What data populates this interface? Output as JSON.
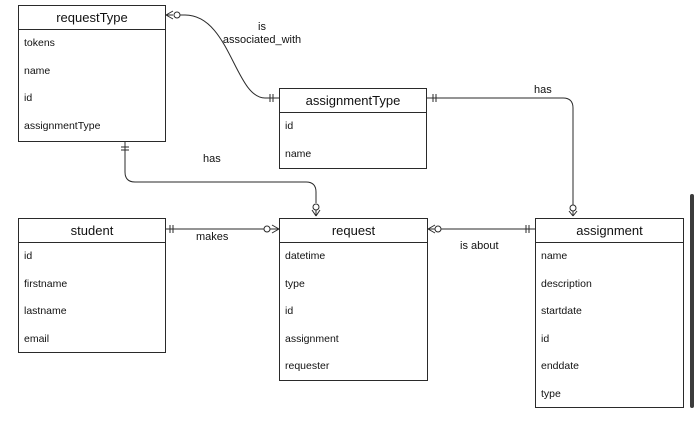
{
  "entities": {
    "requestType": {
      "title": "requestType",
      "attributes": [
        "tokens",
        "name",
        "id",
        "assignmentType"
      ]
    },
    "assignmentType": {
      "title": "assignmentType",
      "attributes": [
        "id",
        "name"
      ]
    },
    "student": {
      "title": "student",
      "attributes": [
        "id",
        "firstname",
        "lastname",
        "email"
      ]
    },
    "request": {
      "title": "request",
      "attributes": [
        "datetime",
        "type",
        "id",
        "assignment",
        "requester"
      ]
    },
    "assignment": {
      "title": "assignment",
      "attributes": [
        "name",
        "description",
        "startdate",
        "id",
        "enddate",
        "type"
      ]
    }
  },
  "relationships": {
    "associated_with": {
      "label_line1": "is",
      "label_line2": "associated_with",
      "from": "requestType",
      "to": "assignmentType",
      "from_cardinality": "zero-or-many",
      "to_cardinality": "exactly-one"
    },
    "has_assignment": {
      "label": "has",
      "from": "assignmentType",
      "to": "assignment",
      "from_cardinality": "exactly-one",
      "to_cardinality": "zero-or-many"
    },
    "has_request": {
      "label": "has",
      "from": "requestType",
      "to": "request",
      "from_cardinality": "exactly-one",
      "to_cardinality": "zero-or-many"
    },
    "makes": {
      "label": "makes",
      "from": "student",
      "to": "request",
      "from_cardinality": "exactly-one",
      "to_cardinality": "zero-or-many"
    },
    "is_about": {
      "label": "is about",
      "from": "request",
      "to": "assignment",
      "from_cardinality": "zero-or-many",
      "to_cardinality": "exactly-one"
    }
  },
  "colors": {
    "line": "#2a2a2a",
    "background": "#ffffff",
    "text": "#111111"
  }
}
